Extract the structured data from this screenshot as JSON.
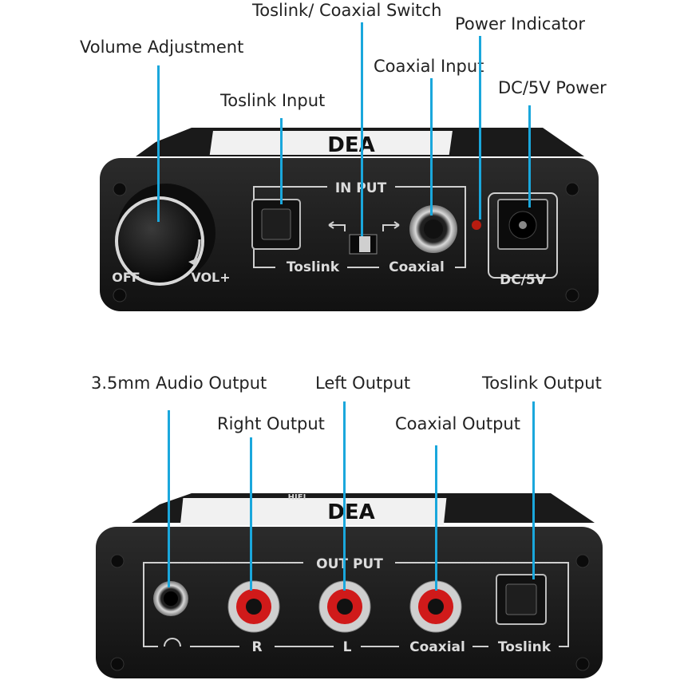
{
  "top_device": {
    "callouts": {
      "volume": "Volume Adjustment",
      "toslink_input": "Toslink Input",
      "switch": "Toslink/ Coaxial Switch",
      "coaxial_input": "Coaxial Input",
      "power_indicator": "Power Indicator",
      "dc_power": "DC/5V Power"
    },
    "panel": {
      "brand": "DEA",
      "input_title": "IN PUT",
      "toslink": "Toslink",
      "coaxial": "Coaxial",
      "dc": "DC/5V",
      "vol": "VOL+",
      "off": "OFF"
    }
  },
  "bottom_device": {
    "callouts": {
      "audio_out": "3.5mm Audio Output",
      "right_out": "Right Output",
      "left_out": "Left Output",
      "coaxial_out": "Coaxial Output",
      "toslink_out": "Toslink Output"
    },
    "panel": {
      "brand": "DEA",
      "hifi": "HIFI",
      "output_title": "OUT PUT",
      "r": "R",
      "l": "L",
      "coaxial": "Coaxial",
      "toslink": "Toslink"
    }
  },
  "colors": {
    "leader": "#1aa7dc",
    "body": "#1c1c1c",
    "rca_red": "#d01a1a",
    "led": "#b81c10"
  }
}
